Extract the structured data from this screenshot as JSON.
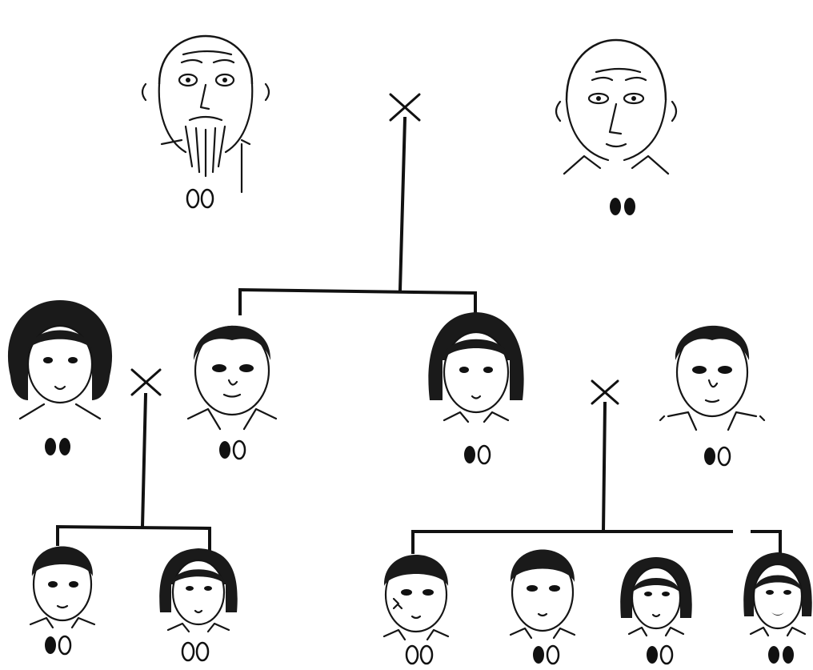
{
  "pedigree": {
    "generations": [
      {
        "individuals": [
          {
            "id": "grandfather-paternal",
            "hair": "bald",
            "beard": true,
            "genotype": [
              "open",
              "open"
            ]
          },
          {
            "id": "grandfather-maternal",
            "hair": "bald",
            "beard": false,
            "genotype": [
              "filled",
              "filled"
            ]
          }
        ]
      },
      {
        "individuals": [
          {
            "id": "aunt-in-law",
            "hair": "curly",
            "genotype": [
              "filled",
              "filled"
            ]
          },
          {
            "id": "son",
            "hair": "short",
            "genotype": [
              "filled",
              "open"
            ]
          },
          {
            "id": "daughter",
            "hair": "bob",
            "genotype": [
              "filled",
              "open"
            ]
          },
          {
            "id": "son-in-law",
            "hair": "short",
            "genotype": [
              "filled",
              "open"
            ]
          }
        ]
      },
      {
        "individuals": [
          {
            "id": "grandchild-1",
            "hair": "short",
            "genotype": [
              "filled",
              "open"
            ]
          },
          {
            "id": "grandchild-2",
            "hair": "bob",
            "genotype": [
              "open",
              "open"
            ]
          },
          {
            "id": "grandchild-3",
            "hair": "short",
            "genotype": [
              "open",
              "open"
            ]
          },
          {
            "id": "grandchild-4",
            "hair": "short",
            "genotype": [
              "filled",
              "open"
            ]
          },
          {
            "id": "grandchild-5",
            "hair": "bob",
            "genotype": [
              "filled",
              "open"
            ]
          },
          {
            "id": "grandchild-6",
            "hair": "bob",
            "genotype": [
              "filled",
              "filled"
            ]
          }
        ]
      }
    ],
    "crosses": 3,
    "colors": {
      "ink": "#111111",
      "background": "#ffffff"
    }
  }
}
